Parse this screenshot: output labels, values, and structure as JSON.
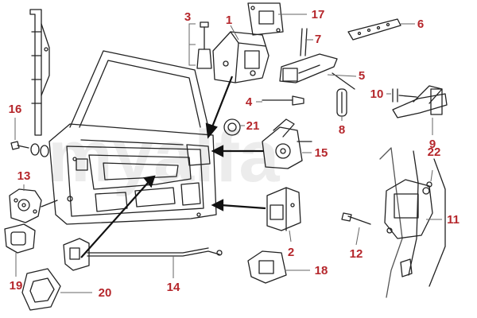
{
  "watermark": "myalfa",
  "colors": {
    "label": "#b5262b",
    "line": "#222222",
    "leader": "#666666",
    "watermark": "#ececec"
  },
  "callouts": [
    "1",
    "2",
    "3",
    "4",
    "5",
    "6",
    "7",
    "8",
    "9",
    "10",
    "11",
    "12",
    "13",
    "14",
    "15",
    "16",
    "17",
    "18",
    "19",
    "20",
    "21",
    "22"
  ]
}
